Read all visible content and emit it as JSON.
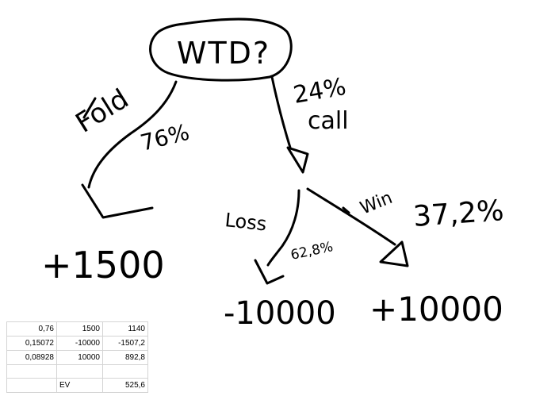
{
  "diagram": {
    "root": "WTD?",
    "fold": {
      "action": "Fold",
      "pct": "76%",
      "result": "+1500"
    },
    "call": {
      "action": "call",
      "pct": "24%",
      "loss": {
        "label": "Loss",
        "pct": "62,8%",
        "result": "-10000"
      },
      "win": {
        "label": "Win",
        "pct": "37,2%",
        "result": "+10000"
      }
    }
  },
  "table": {
    "rows": [
      [
        "0,76",
        "1500",
        "1140"
      ],
      [
        "0,15072",
        "-10000",
        "-1507,2"
      ],
      [
        "0,08928",
        "10000",
        "892,8"
      ]
    ],
    "ev_label": "EV",
    "ev_value": "525,6"
  }
}
